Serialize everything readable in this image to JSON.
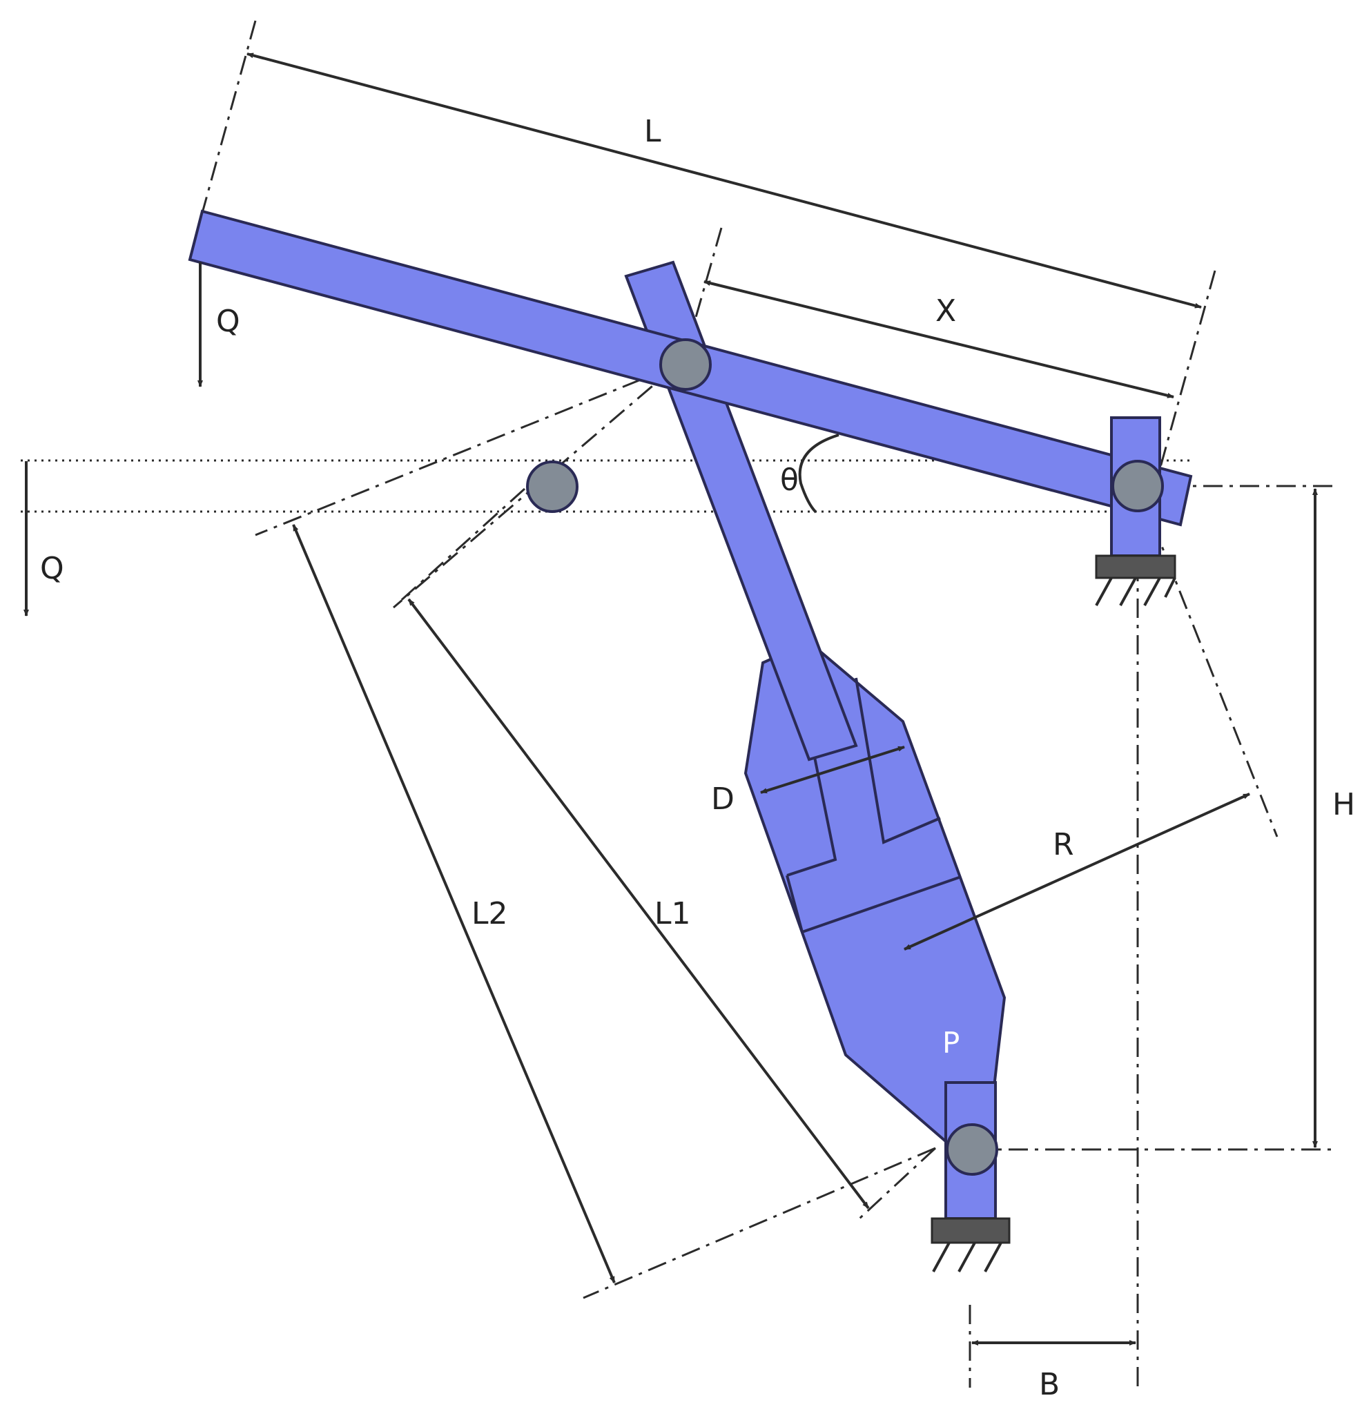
{
  "labels": {
    "L": "L",
    "X": "X",
    "Q_top": "Q",
    "Q_left": "Q",
    "theta": "θ",
    "D": "D",
    "R": "R",
    "H": "H",
    "L1": "L1",
    "L2": "L2",
    "P": "P",
    "B": "B"
  },
  "colors": {
    "mechanism": "#7a84ee",
    "pin": "#838c96",
    "base": "#555555",
    "outline": "#2a2a55"
  }
}
